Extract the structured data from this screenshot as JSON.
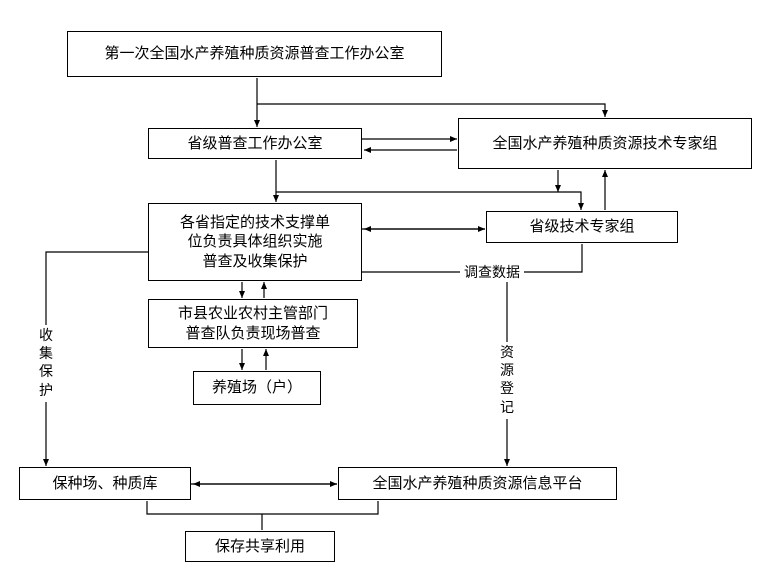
{
  "nodes": {
    "national_office": "第一次全国水产养殖种质资源普查工作办公室",
    "provincial_office": "省级普查工作办公室",
    "national_expert_group": "全国水产养殖种质资源技术专家组",
    "provincial_support_lines": [
      "各省指定的技术支撑单",
      "位负责具体组织实施",
      "普查及收集保护"
    ],
    "provincial_expert_group": "省级技术专家组",
    "county_dept_lines": [
      "市县农业农村主管部门",
      "普查队负责现场普查"
    ],
    "farm": "养殖场（户）",
    "conservation_farm": "保种场、种质库",
    "info_platform": "全国水产养殖种质资源信息平台",
    "shared_use": "保存共享利用"
  },
  "edge_labels": {
    "survey_data": "调查数据",
    "resource_registration": [
      "资",
      "源",
      "登",
      "记"
    ],
    "collect_protect": [
      "收",
      "集",
      "保",
      "护"
    ]
  }
}
